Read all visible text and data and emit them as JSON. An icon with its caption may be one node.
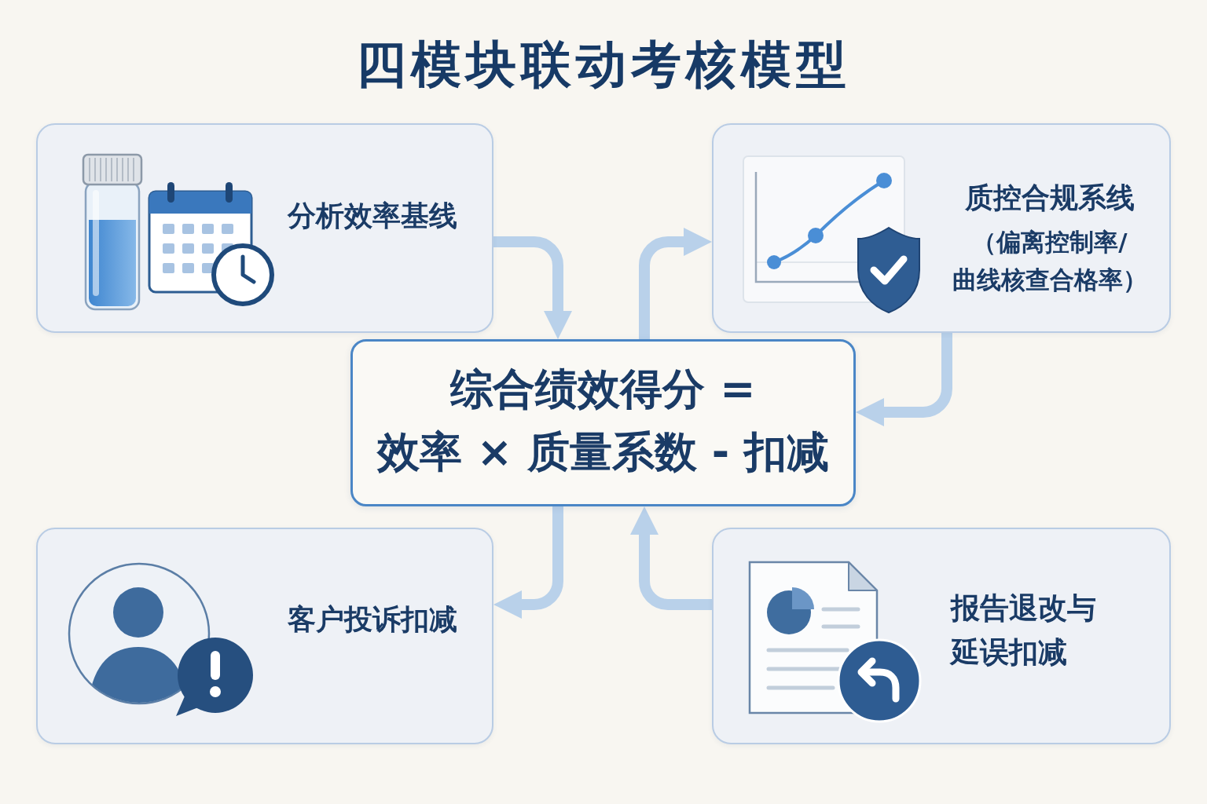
{
  "diagram": {
    "title": "四模块联动考核模型",
    "nodes": [
      {
        "text": [
          "分析效率基线"
        ]
      },
      {
        "text": [
          "质控合规系线",
          "（偏离控制率/曲线核查合格率）"
        ]
      },
      {
        "text": [
          "综合绩效得分 =",
          "效率 × 质量系数 - 扣减"
        ]
      },
      {
        "text": [
          "客户投诉扣减"
        ]
      },
      {
        "text": [
          "报告退改与延误扣减"
        ]
      }
    ],
    "edges": [
      {
        "from": 0,
        "to": 2,
        "arrow": "to"
      },
      {
        "from": 2,
        "to": 1,
        "arrow": "to"
      },
      {
        "from": 1,
        "to": 2,
        "arrow": "to"
      },
      {
        "from": 2,
        "to": 3,
        "arrow": "to"
      },
      {
        "from": 4,
        "to": 2,
        "arrow": "to"
      }
    ]
  }
}
